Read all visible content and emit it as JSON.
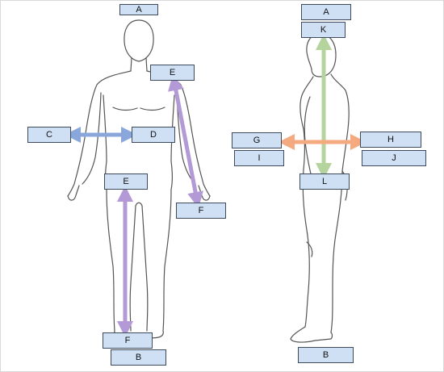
{
  "labels": {
    "front": {
      "top": "A",
      "shoulder": "E",
      "side_left": "C",
      "side_right": "D",
      "thigh": "E",
      "hand": "F",
      "foot": "F",
      "bottom": "B"
    },
    "side": {
      "top": "A",
      "head": "K",
      "left_upper": "G",
      "left_lower": "I",
      "right_upper": "H",
      "right_lower": "J",
      "hip": "L",
      "bottom": "B"
    }
  },
  "colors": {
    "label_fill": "#cfe0f5",
    "label_border": "#3d4a5c",
    "arrow_blue": "#8aa7dc",
    "arrow_purple": "#b39ad6",
    "arrow_green": "#b5d39c",
    "arrow_orange": "#f5a97f",
    "body_outline": "#555555"
  }
}
